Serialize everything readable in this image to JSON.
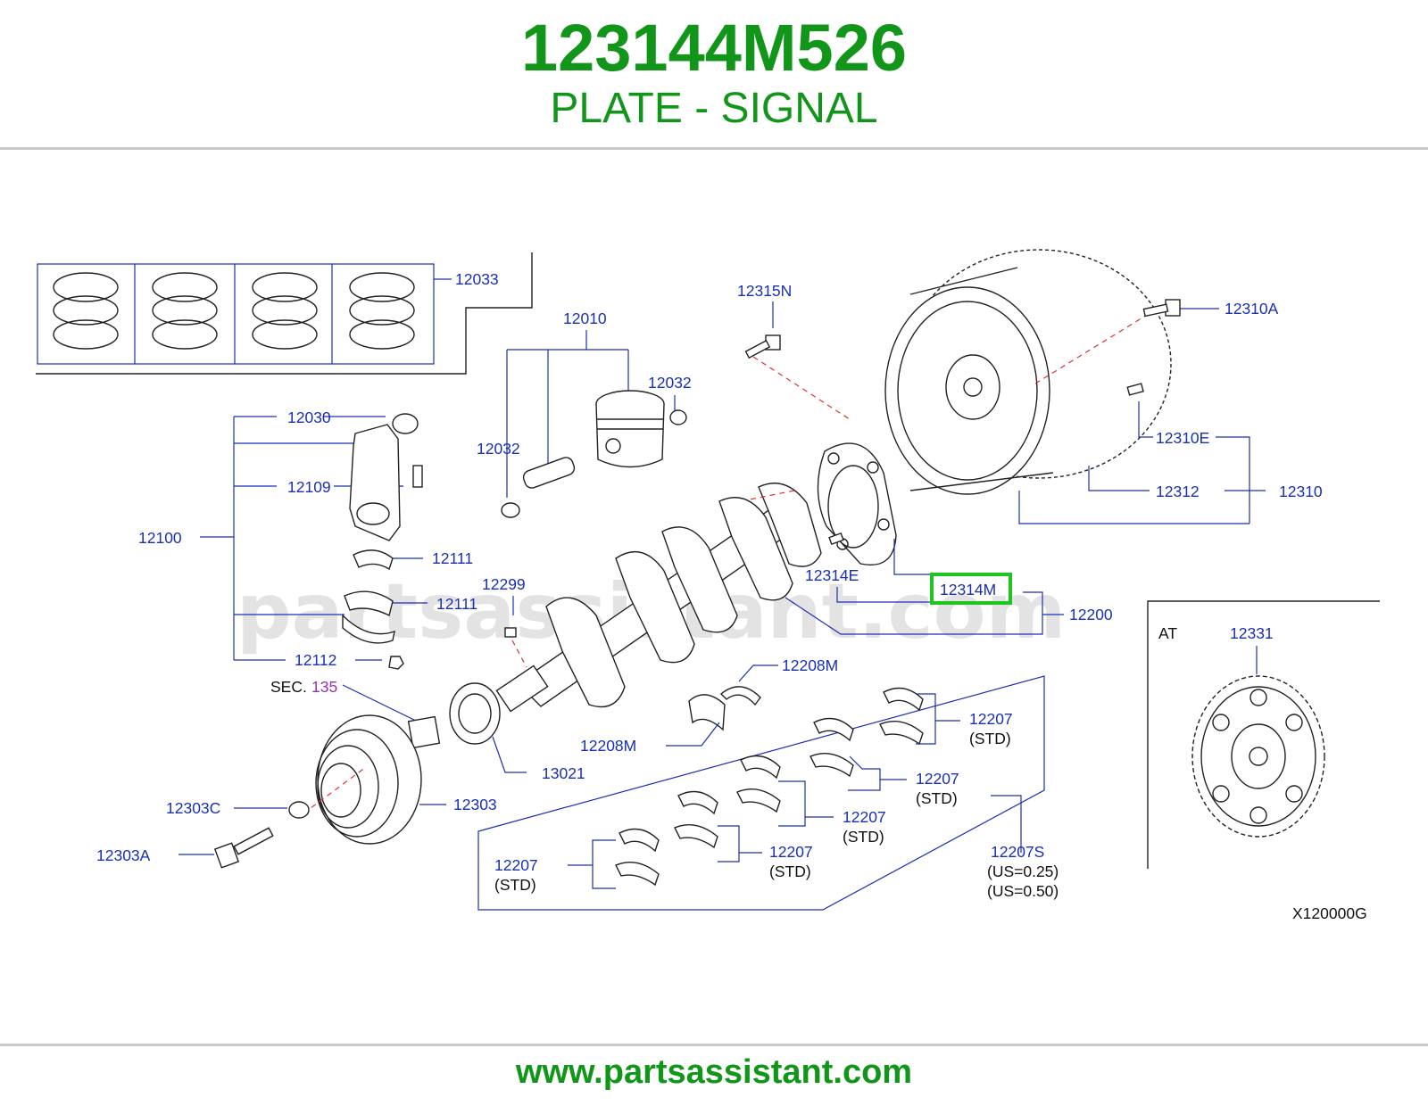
{
  "header": {
    "part_number": "123144M526",
    "part_name": "PLATE - SIGNAL"
  },
  "footer": {
    "site_url": "www.partsassistant.com"
  },
  "watermark": "partsassistant.com",
  "diagram": {
    "code": "X120000G",
    "labels": {
      "p12033": "12033",
      "p12010": "12010",
      "p12032a": "12032",
      "p12032b": "12032",
      "p12315N": "12315N",
      "p12310A": "12310A",
      "p12310E": "12310E",
      "p12312": "12312",
      "p12310": "12310",
      "p12030": "12030",
      "p12109": "12109",
      "p12100": "12100",
      "p12111a": "12111",
      "p12111b": "12111",
      "p12299": "12299",
      "p12112": "12112",
      "p12314E": "12314E",
      "p12314M": "12314M",
      "p12200": "12200",
      "sec_prefix": "SEC.",
      "sec_num": "135",
      "p12208Ma": "12208M",
      "p12208Mb": "12208M",
      "p13021": "13021",
      "p12303": "12303",
      "p12303C": "12303C",
      "p12303A": "12303A",
      "p12207a": "12207",
      "p12207b": "12207",
      "p12207c": "12207",
      "p12207d": "12207",
      "p12207e": "12207",
      "std": "(STD)",
      "p12207S": "12207S",
      "us025": "(US=0.25)",
      "us050": "(US=0.50)",
      "at": "AT",
      "p12331": "12331"
    }
  },
  "colors": {
    "brand_green": "#11961a",
    "label_blue": "#1a2fb3",
    "highlight_green": "#1fc41f"
  }
}
